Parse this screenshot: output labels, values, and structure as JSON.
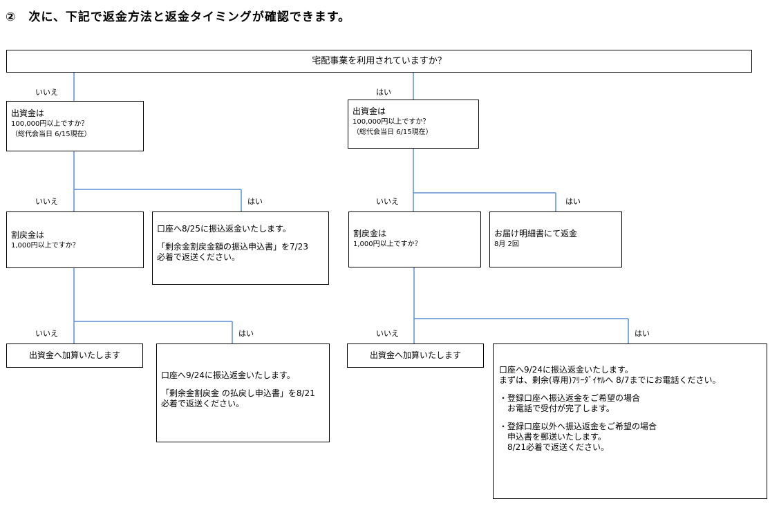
{
  "heading": "②　次に、下記で返金方法と返金タイミングが確認できます。",
  "colors": {
    "connector": "#5b8fd6",
    "box_border": "#000000"
  },
  "flowchart": {
    "top_question": "宅配事業を利用されていますか？",
    "labels": {
      "no_1": "いいえ",
      "yes_1": "はい",
      "left_no_2": "いいえ",
      "left_yes_2": "はい",
      "right_no_2": "いいえ",
      "right_yes_2": "はい",
      "left_no_3": "いいえ",
      "left_yes_3": "はい",
      "right_no_3": "いいえ",
      "right_yes_3": "はい"
    },
    "left_invest_q": {
      "line1": "出資金は",
      "line2": "100,000円以上ですか？",
      "line3": "（総代会当日 6/15現在）"
    },
    "right_invest_q": {
      "line1": "出資金は",
      "line2": "100,000円以上ですか？",
      "line3": "（総代会当日 6/15現在）"
    },
    "left_refund_q": {
      "line1": "割戻金は",
      "line2": "1,000円以上ですか？"
    },
    "right_refund_q": {
      "line1": "割戻金は",
      "line2": "1,000円以上ですか？"
    },
    "left_transfer_825": {
      "line1": "口座へ8/25に振込返金いたします。",
      "line2": "「剰余金割戻金額の振込申込書」を7/23",
      "line3": "必着で返送ください。"
    },
    "right_statement": {
      "line1": "お届け明細書にて返金",
      "line2": "8月 2回"
    },
    "left_add_to_investment": "出資金へ加算いたします",
    "right_add_to_investment": "出資金へ加算いたします",
    "left_transfer_924": {
      "line1": "口座へ9/24に振込返金いたします。",
      "line2": "「剰余金割戻金 の払戻し申込書」を8/21",
      "line3": "必着で返送ください。"
    },
    "right_transfer_924": {
      "line1": "口座へ9/24に振込返金いたします。",
      "line2": "まずは、剰余(専用)ﾌﾘｰﾀﾞｲﾔﾙへ 8/7までにお電話ください。",
      "line3": "・登録口座へ振込返金をご希望の場合",
      "line4": "　お電話で受付が完了します。",
      "line5": "・登録口座以外へ振込返金をご希望の場合",
      "line6": "　申込書を郵送いたします。",
      "line7": "　8/21必着で返送ください。"
    }
  }
}
